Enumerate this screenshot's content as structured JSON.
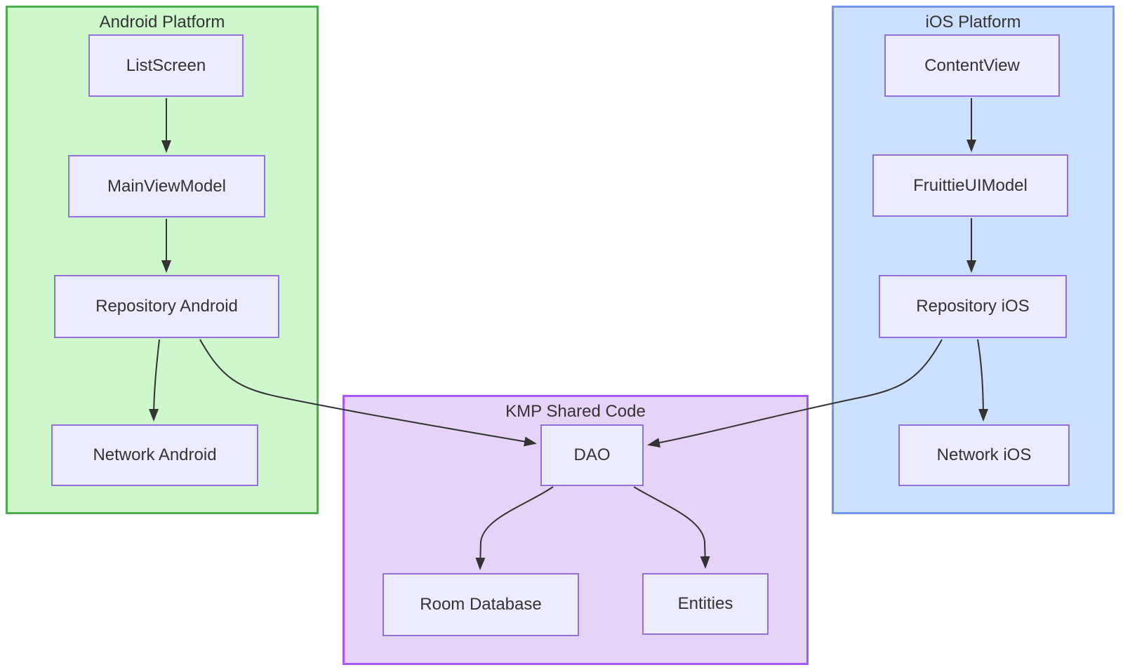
{
  "diagram": {
    "type": "flowchart",
    "background_color": "#ffffff",
    "text_color": "#333333",
    "edge_color": "#333333",
    "node_style": {
      "fill": "#ececff",
      "stroke": "#9370db"
    },
    "groups": {
      "android": {
        "label": "Android Platform",
        "fill": "#ccf8cc",
        "stroke": "#4cae4c"
      },
      "ios": {
        "label": "iOS Platform",
        "fill": "#cce0ff",
        "stroke": "#7096f0"
      },
      "kmp": {
        "label": "KMP Shared Code",
        "fill": "#e7d3f8",
        "stroke": "#a858f8"
      }
    },
    "nodes": {
      "list_screen": {
        "label": "ListScreen",
        "group": "android"
      },
      "main_view_model": {
        "label": "MainViewModel",
        "group": "android"
      },
      "repository_android": {
        "label": "Repository Android",
        "group": "android"
      },
      "network_android": {
        "label": "Network Android",
        "group": "android"
      },
      "content_view": {
        "label": "ContentView",
        "group": "ios"
      },
      "fruittie_ui_model": {
        "label": "FruittieUIModel",
        "group": "ios"
      },
      "repository_ios": {
        "label": "Repository iOS",
        "group": "ios"
      },
      "network_ios": {
        "label": "Network iOS",
        "group": "ios"
      },
      "dao": {
        "label": "DAO",
        "group": "kmp"
      },
      "room_database": {
        "label": "Room Database",
        "group": "kmp"
      },
      "entities": {
        "label": "Entities",
        "group": "kmp"
      }
    },
    "edges": [
      {
        "from": "ListScreen",
        "to": "MainViewModel"
      },
      {
        "from": "MainViewModel",
        "to": "Repository Android"
      },
      {
        "from": "Repository Android",
        "to": "Network Android"
      },
      {
        "from": "Repository Android",
        "to": "DAO"
      },
      {
        "from": "ContentView",
        "to": "FruittieUIModel"
      },
      {
        "from": "FruittieUIModel",
        "to": "Repository iOS"
      },
      {
        "from": "Repository iOS",
        "to": "Network iOS"
      },
      {
        "from": "Repository iOS",
        "to": "DAO"
      },
      {
        "from": "DAO",
        "to": "Room Database"
      },
      {
        "from": "DAO",
        "to": "Entities"
      }
    ]
  }
}
